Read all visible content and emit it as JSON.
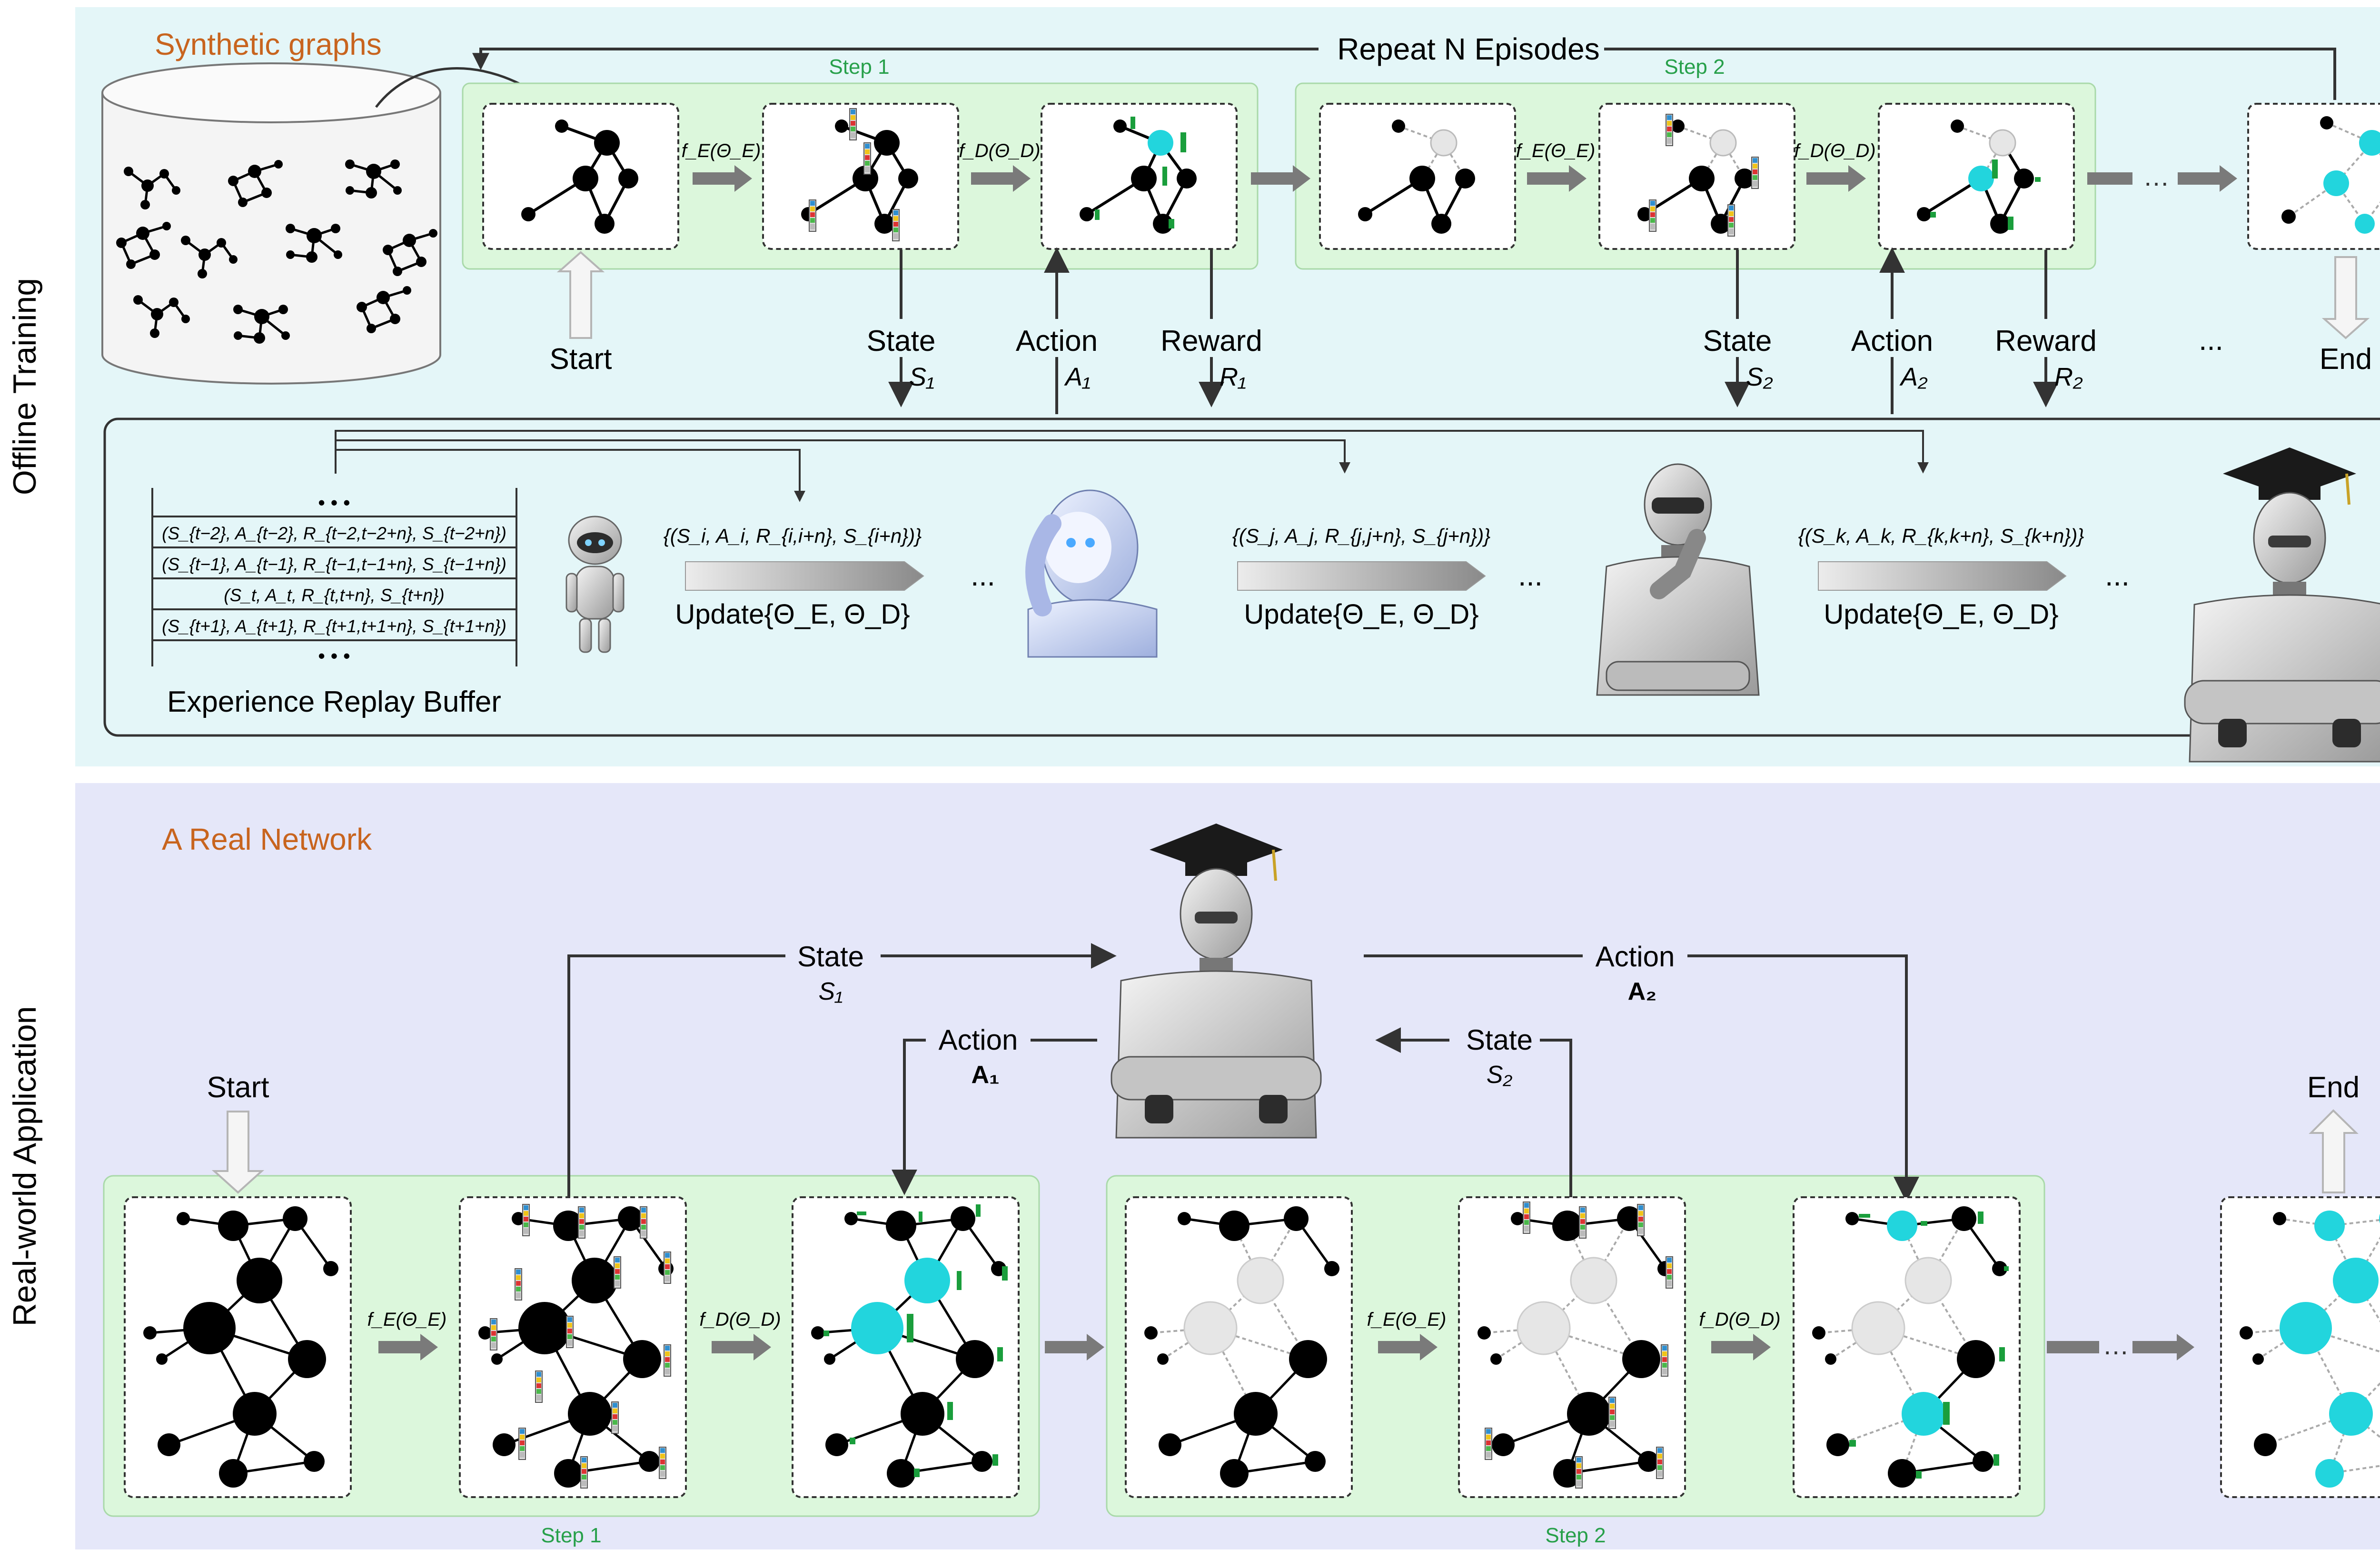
{
  "colors": {
    "panel_training": "#e4f6f8",
    "panel_application": "#e5e7f9",
    "step_box": "#dcf7dc",
    "node_black": "#000000",
    "node_cyan": "#22d5dd",
    "node_grey": "#e6e6e6",
    "heading_orange": "#c8641e",
    "step_green": "#27a04a",
    "arrow_grey": "#7a7a7a",
    "green_bar": "#1a9e3c"
  },
  "icons": [
    "graph-database-icon",
    "robot-icon",
    "graduation-robot-icon"
  ],
  "offline": {
    "side_label": "Offline Training",
    "heading": "Synthetic graphs",
    "repeat": "Repeat N Episodes",
    "step1": "Step 1",
    "step2": "Step 2",
    "start": "Start",
    "end": "End",
    "fe": "f_E(Θ_E)",
    "fd": "f_D(Θ_D)",
    "state": "State",
    "action": "Action",
    "reward": "Reward",
    "s1": "S₁",
    "a1": "A₁",
    "r1": "R₁",
    "s2": "S₂",
    "a2": "A₂",
    "r2": "R₂",
    "ellipsis": "...",
    "buffer": {
      "title": "Experience Replay Buffer",
      "dots": "• • •",
      "rows": [
        "(S_{t−2}, A_{t−2}, R_{t−2,t−2+n}, S_{t−2+n})",
        "(S_{t−1}, A_{t−1}, R_{t−1,t−1+n}, S_{t−1+n})",
        "(S_t, A_t, R_{t,t+n}, S_{t+n})",
        "(S_{t+1}, A_{t+1}, R_{t+1,t+1+n}, S_{t+1+n})"
      ]
    },
    "samples": [
      "{(S_i, A_i, R_{i,i+n}, S_{i+n})}",
      "{(S_j, A_j, R_{j,j+n}, S_{j+n})}",
      "{(S_k, A_k, R_{k,k+n}, S_{k+n})}"
    ],
    "update": "Update{Θ_E, Θ_D}"
  },
  "application": {
    "side_label": "Real-world Application",
    "heading": "A Real Network",
    "start": "Start",
    "end": "End",
    "step1": "Step 1",
    "step2": "Step 2",
    "fe": "f_E(Θ_E)",
    "fd": "f_D(Θ_D)",
    "state_top": "State",
    "s1": "S₁",
    "action_top": "Action",
    "a2": "A₂",
    "action_mid": "Action",
    "a1": "A₁",
    "state_mid": "State",
    "s2": "S₂"
  }
}
